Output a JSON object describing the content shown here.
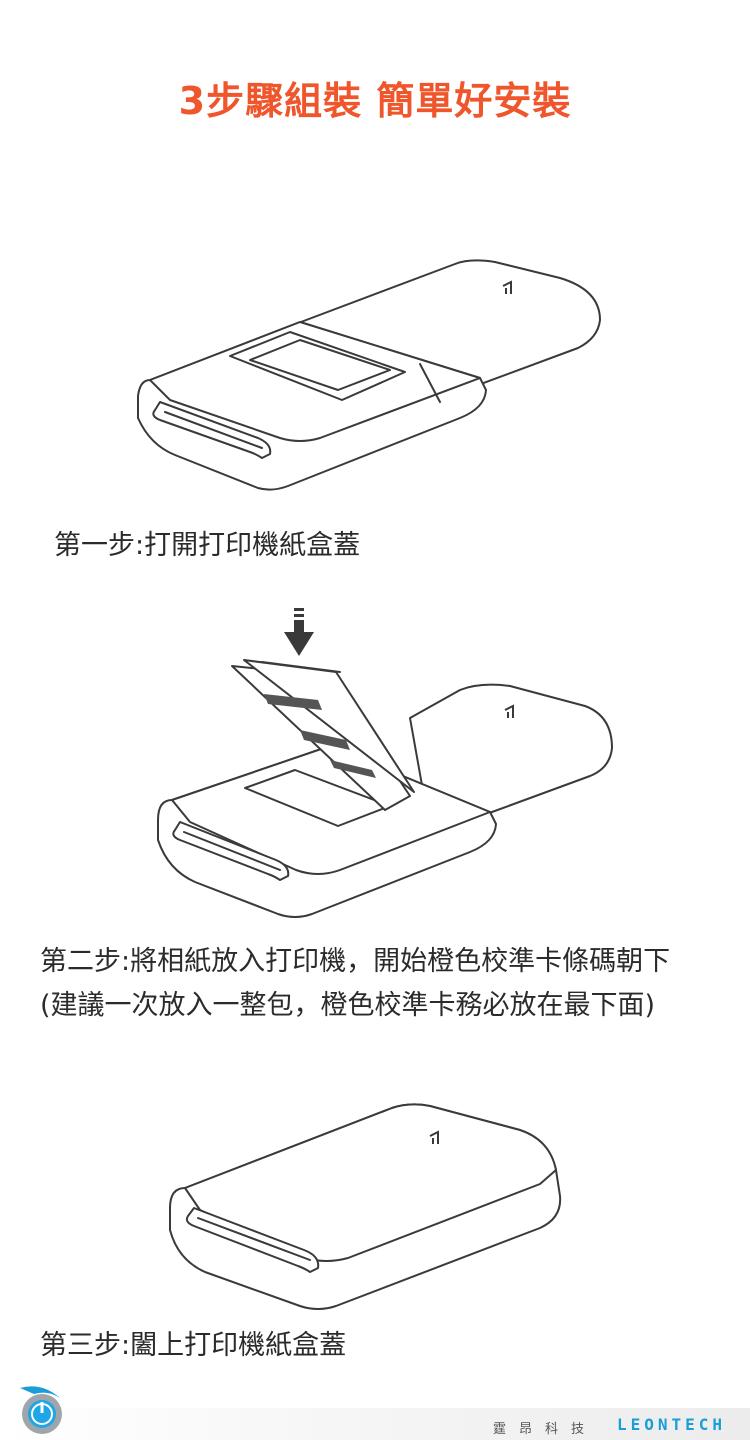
{
  "title": "3步驟組裝 簡單好安裝",
  "steps": [
    {
      "text": "第一步:打開打印機紙盒蓋"
    },
    {
      "text_line1": "第二步:將相紙放入打印機，開始橙色校準卡條碼朝下",
      "text_line2": "(建議一次放入一整包，橙色校準卡務必放在最下面)"
    },
    {
      "text": "第三步:闔上打印機紙盒蓋"
    }
  ],
  "footer": {
    "company_cn": "霆昂科技",
    "brand": "LEONTECH"
  },
  "colors": {
    "title": "#f0562b",
    "brand": "#1a9ed8",
    "outline": "#3a3a3a"
  },
  "icons": {
    "printer": "mi-printer-outline",
    "arrow": "arrow-down-icon",
    "power": "power-icon"
  }
}
